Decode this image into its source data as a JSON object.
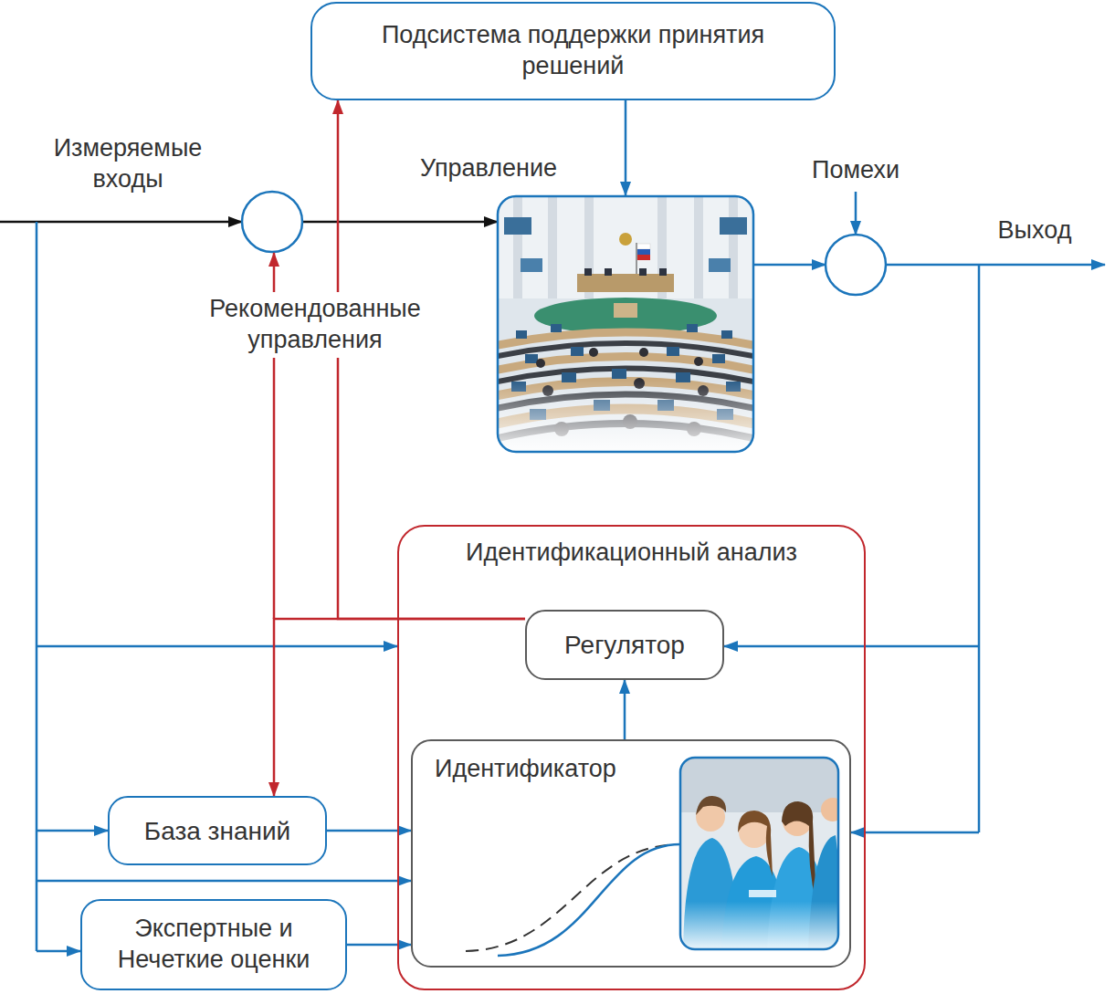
{
  "diagram": {
    "nodes": [
      {
        "text": [
          "Подсистема поддержки принятия решений"
        ]
      },
      {
        "text": [
          "Идентификационный анализ"
        ]
      },
      {
        "text": [
          "Регулятор"
        ],
        "in": 1
      },
      {
        "text": [
          "Идентификатор"
        ],
        "in": 1
      },
      {
        "text": [
          "База знаний"
        ]
      },
      {
        "text": [
          "Экспертные и Нечеткие оценки"
        ]
      }
    ],
    "edges": [
      {
        "from": 2,
        "to": 0,
        "arrow": "to"
      },
      {
        "from": 2,
        "to": 4,
        "arrow": "to"
      },
      {
        "from": 3,
        "to": 2,
        "arrow": "to"
      },
      {
        "from": 4,
        "to": 3,
        "arrow": "to"
      },
      {
        "from": 5,
        "to": 3,
        "arrow": "to"
      }
    ],
    "labels": [
      "Измеряемые входы",
      "Управление",
      "Помехи",
      "Выход",
      "Рекомендованные управления"
    ]
  }
}
